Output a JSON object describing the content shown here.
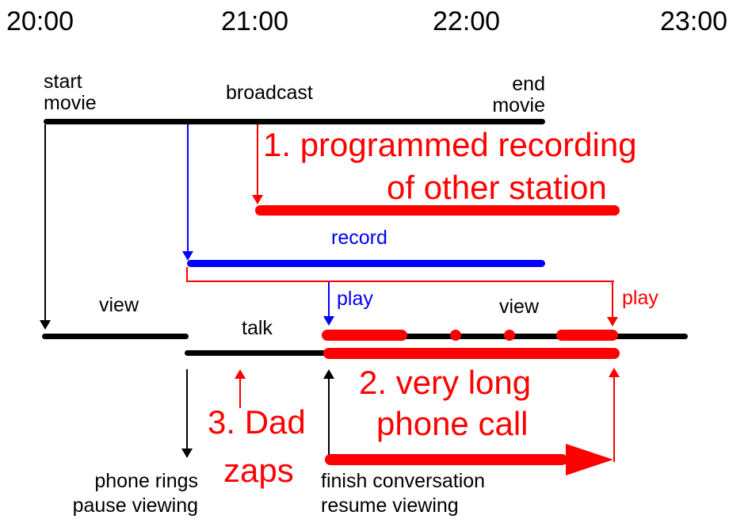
{
  "colors": {
    "red": "#ff0000",
    "blue": "#0000ff",
    "black": "#000000",
    "bg": "#ffffff"
  },
  "time_axis": {
    "ticks": [
      "20:00",
      "21:00",
      "22:00",
      "23:00"
    ]
  },
  "labels": {
    "start_movie": [
      "start",
      "movie"
    ],
    "broadcast": "broadcast",
    "end_movie": [
      "end",
      "movie"
    ],
    "record": "record",
    "view_live": "view",
    "view_playback": "view",
    "play_recorded": "play",
    "play_other": "play",
    "talk": "talk",
    "pause_viewing": [
      "phone rings",
      "pause viewing"
    ],
    "resume_viewing": [
      "finish conversation",
      "resume viewing"
    ]
  },
  "annotations": {
    "recording": [
      "1. programmed recording",
      "of other station"
    ],
    "phone_call": [
      "2. very long",
      "phone call"
    ],
    "zap": [
      "3. Dad",
      "zaps"
    ]
  },
  "events": [
    {
      "name": "broadcast",
      "color": "black",
      "start": "20:00",
      "end": "22:20"
    },
    {
      "name": "programmed recording of other station",
      "color": "red",
      "start": "21:00",
      "end": "22:40"
    },
    {
      "name": "record",
      "color": "blue",
      "start": "20:40",
      "end": "22:20"
    },
    {
      "name": "view (live)",
      "color": "black",
      "start": "20:00",
      "end": "20:40"
    },
    {
      "name": "talk",
      "color": "black",
      "start": "20:40",
      "end": "21:20"
    },
    {
      "name": "very long phone call",
      "color": "red",
      "start": "21:20",
      "end": "22:40"
    },
    {
      "name": "play / view (time-shifted)",
      "color": "black-red",
      "start": "21:20",
      "end": "23:00"
    }
  ]
}
